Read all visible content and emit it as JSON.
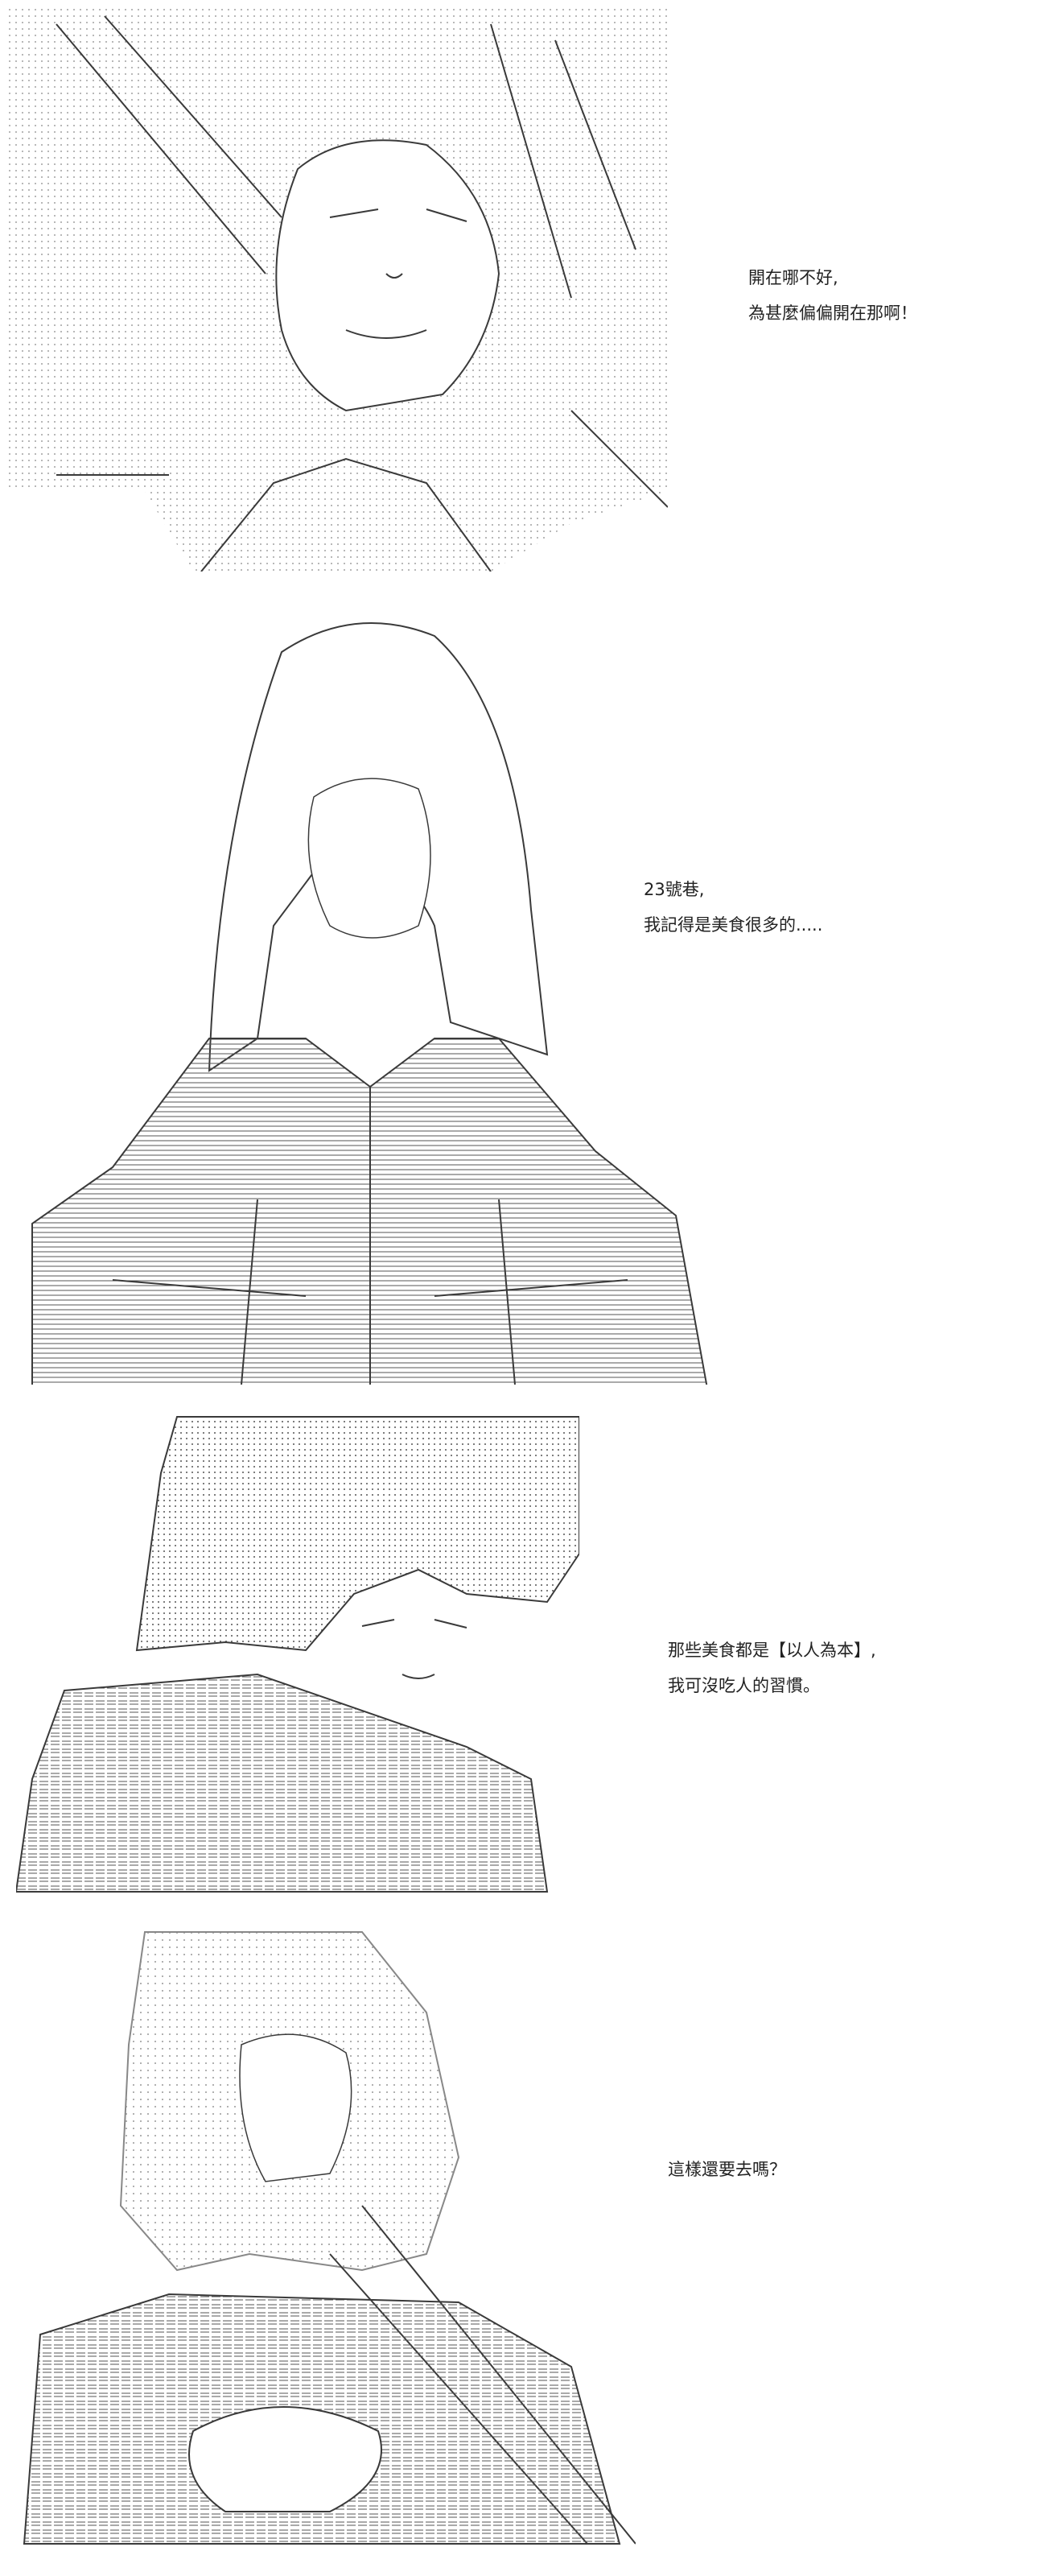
{
  "panels": [
    {
      "art_subject": "aa-girl-shadowed-face",
      "lines": [
        "開在哪不好,",
        "為甚麼偏偏開在那啊！"
      ]
    },
    {
      "art_subject": "aa-girl-long-hair",
      "lines": [
        "23號巷,",
        "我記得是美食很多的....."
      ]
    },
    {
      "art_subject": "aa-girl-leaning-on-table",
      "lines": [
        "那些美食都是【以人為本】,",
        "我可沒吃人的習慣。"
      ]
    },
    {
      "art_subject": "aa-girl-holding-cat",
      "lines": [
        "這樣還要去嗎？"
      ]
    }
  ],
  "colors": {
    "background": "#ffffff",
    "ink": "#222222",
    "art_line": "#3a3a3a",
    "art_fill": "#555555"
  }
}
